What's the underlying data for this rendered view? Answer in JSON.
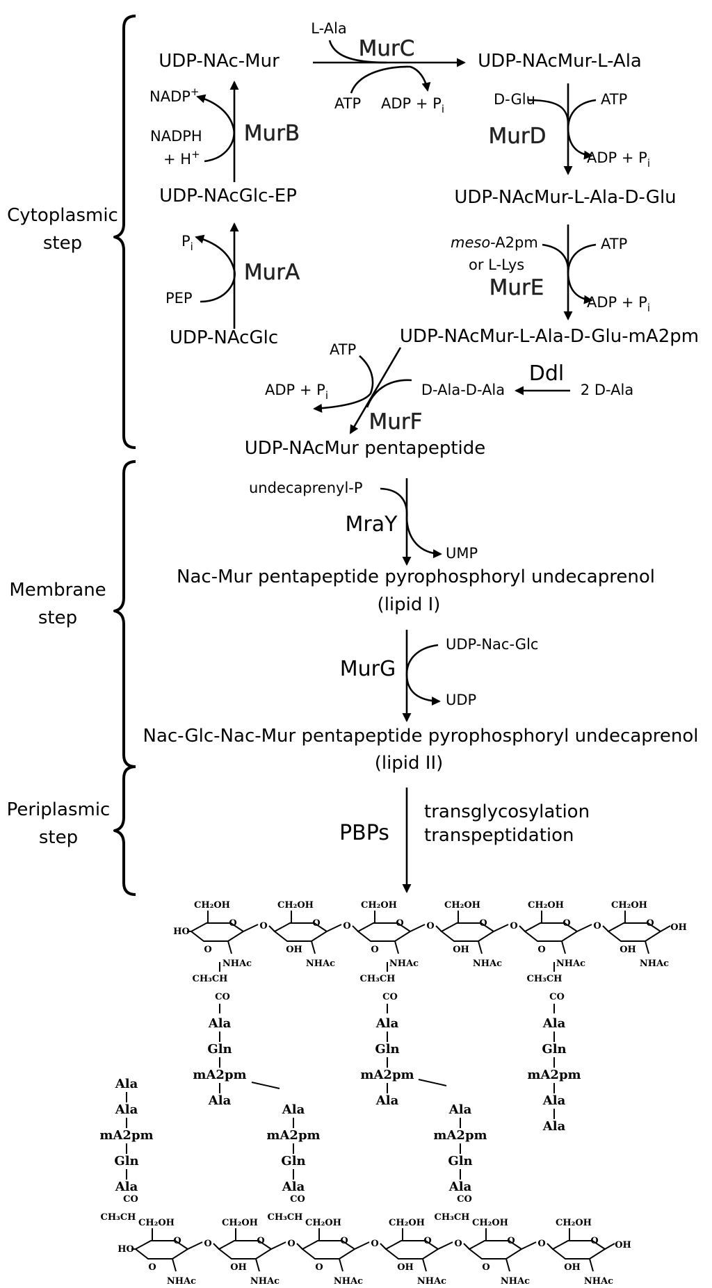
{
  "steps": {
    "cytoplasmic": [
      "Cytoplasmic",
      "step"
    ],
    "membrane": [
      "Membrane",
      "step"
    ],
    "periplasmic": [
      "Periplasmic",
      "step"
    ]
  },
  "compounds": {
    "udp_nac_mur": "UDP-NAc-Mur",
    "udp_nacmur_lala": "UDP-NAcMur-L-Ala",
    "udp_nacmur_lala_dglu": "UDP-NAcMur-L-Ala-D-Glu",
    "udp_nacmur_full": "UDP-NAcMur-L-Ala-D-Glu-mA2pm",
    "udp_nacglc_ep": "UDP-NAcGlc-EP",
    "udp_nacglc": "UDP-NAcGlc",
    "udp_nacmur_penta": "UDP-NAcMur pentapeptide",
    "lipid1_name": "Nac-Mur pentapeptide pyrophosphoryl undecaprenol",
    "lipid1_tag": "(lipid I)",
    "lipid2_name": "Nac-Glc-Nac-Mur pentapeptide pyrophosphoryl undecaprenol",
    "lipid2_tag": "(lipid II)",
    "dala_dala": "D-Ala-D-Ala",
    "two_dala": "2 D-Ala"
  },
  "enzymes": {
    "murA": "MurA",
    "murB": "MurB",
    "murC": "MurC",
    "murD": "MurD",
    "murE": "MurE",
    "murF": "MurF",
    "ddl": "Ddl",
    "mraY": "MraY",
    "murG": "MurG",
    "pbps": "PBPs"
  },
  "cosubstrates": {
    "l_ala": "L-Ala",
    "atp": "ATP",
    "adp_pi": "ADP + P",
    "pi_sub": "i",
    "d_glu": "D-Glu",
    "meso_prefix": "meso",
    "meso_rest": "-A2pm",
    "or_llys": "or L-Lys",
    "nadp": "NADP",
    "nadph": "NADPH",
    "h_plus": "+ H",
    "plus": "+",
    "p": "P",
    "pep": "PEP",
    "undecaprenyl_p": "undecaprenyl-P",
    "ump": "UMP",
    "udp_nac_glc": "UDP-Nac-Glc",
    "udp": "UDP",
    "transglycosylation": "transglycosylation",
    "transpeptidation": "transpeptidation"
  },
  "structure": {
    "ch2oh": "CH₂OH",
    "oh": "OH",
    "ho": "HO",
    "o": "O",
    "nhac": "NHAc",
    "ch3ch": "CH₃CH",
    "co": "CO",
    "ala": "Ala",
    "gln": "Gln",
    "ma2pm": "mA2pm",
    "top_peptides": [
      [
        "Ala",
        "Gln",
        "mA2pm",
        "Ala"
      ],
      [
        "Ala",
        "Gln",
        "mA2pm",
        "Ala"
      ],
      [
        "Ala",
        "Gln",
        "mA2pm",
        "Ala",
        "Ala"
      ]
    ],
    "bottom_peptides": [
      [
        "Ala",
        "Ala",
        "mA2pm",
        "Gln",
        "Ala"
      ],
      [
        "Ala",
        "mA2pm",
        "Gln",
        "Ala"
      ],
      [
        "Ala",
        "mA2pm",
        "Gln",
        "Ala"
      ]
    ]
  }
}
